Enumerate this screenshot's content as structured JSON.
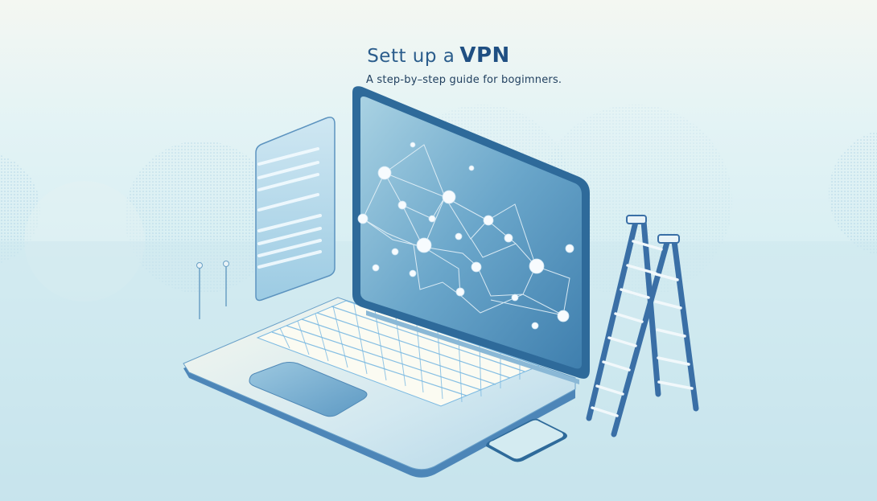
{
  "header": {
    "title_prefix": "Sett up a",
    "title_emphasis": "VPN",
    "subtitle": "A   step-by–step guide  for bogimners."
  },
  "illustration": {
    "subject": "laptop-with-network-screen",
    "elements": [
      "floating-document-panel",
      "laptop",
      "network-graph-on-screen",
      "keyboard",
      "trackpad",
      "smartphone",
      "step-ladder",
      "pin-markers",
      "background-dotted-circles"
    ],
    "colors": {
      "background_top": "#f4f7f2",
      "background_bottom": "#bfe0ea",
      "screen_frame": "#2e6a9a",
      "screen_fill": "#6fa9cc",
      "title_text": "#1f4f82",
      "ladder": "#3a6fa6",
      "keys": "#fbfbf2"
    }
  }
}
